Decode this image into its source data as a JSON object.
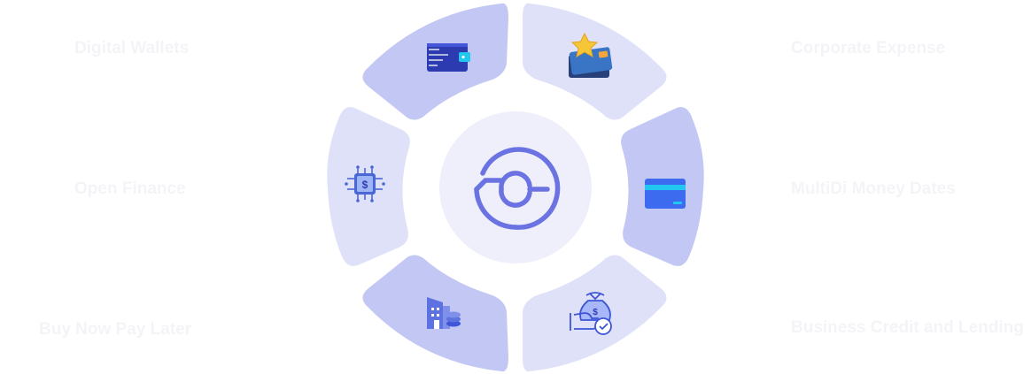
{
  "labels": {
    "digital_wallets": "Digital Wallets",
    "corporate_expense": "Corporate Expense",
    "open_finance": "Open Finance",
    "multi_money_dates": "MultiDi Money Dates",
    "buy_now_pay_later": "Buy Now Pay Later",
    "business_credit": "Business Credit and Lending"
  },
  "colors": {
    "segment_dark": "#c3c7f4",
    "segment_light": "#dfe1f8",
    "center": "#eeeffb",
    "logo": "#6b73e2"
  },
  "icons": [
    "wallet-icon",
    "reward-cards-icon",
    "chip-dollar-icon",
    "credit-card-icon",
    "bank-coins-icon",
    "money-bag-hand-icon"
  ]
}
